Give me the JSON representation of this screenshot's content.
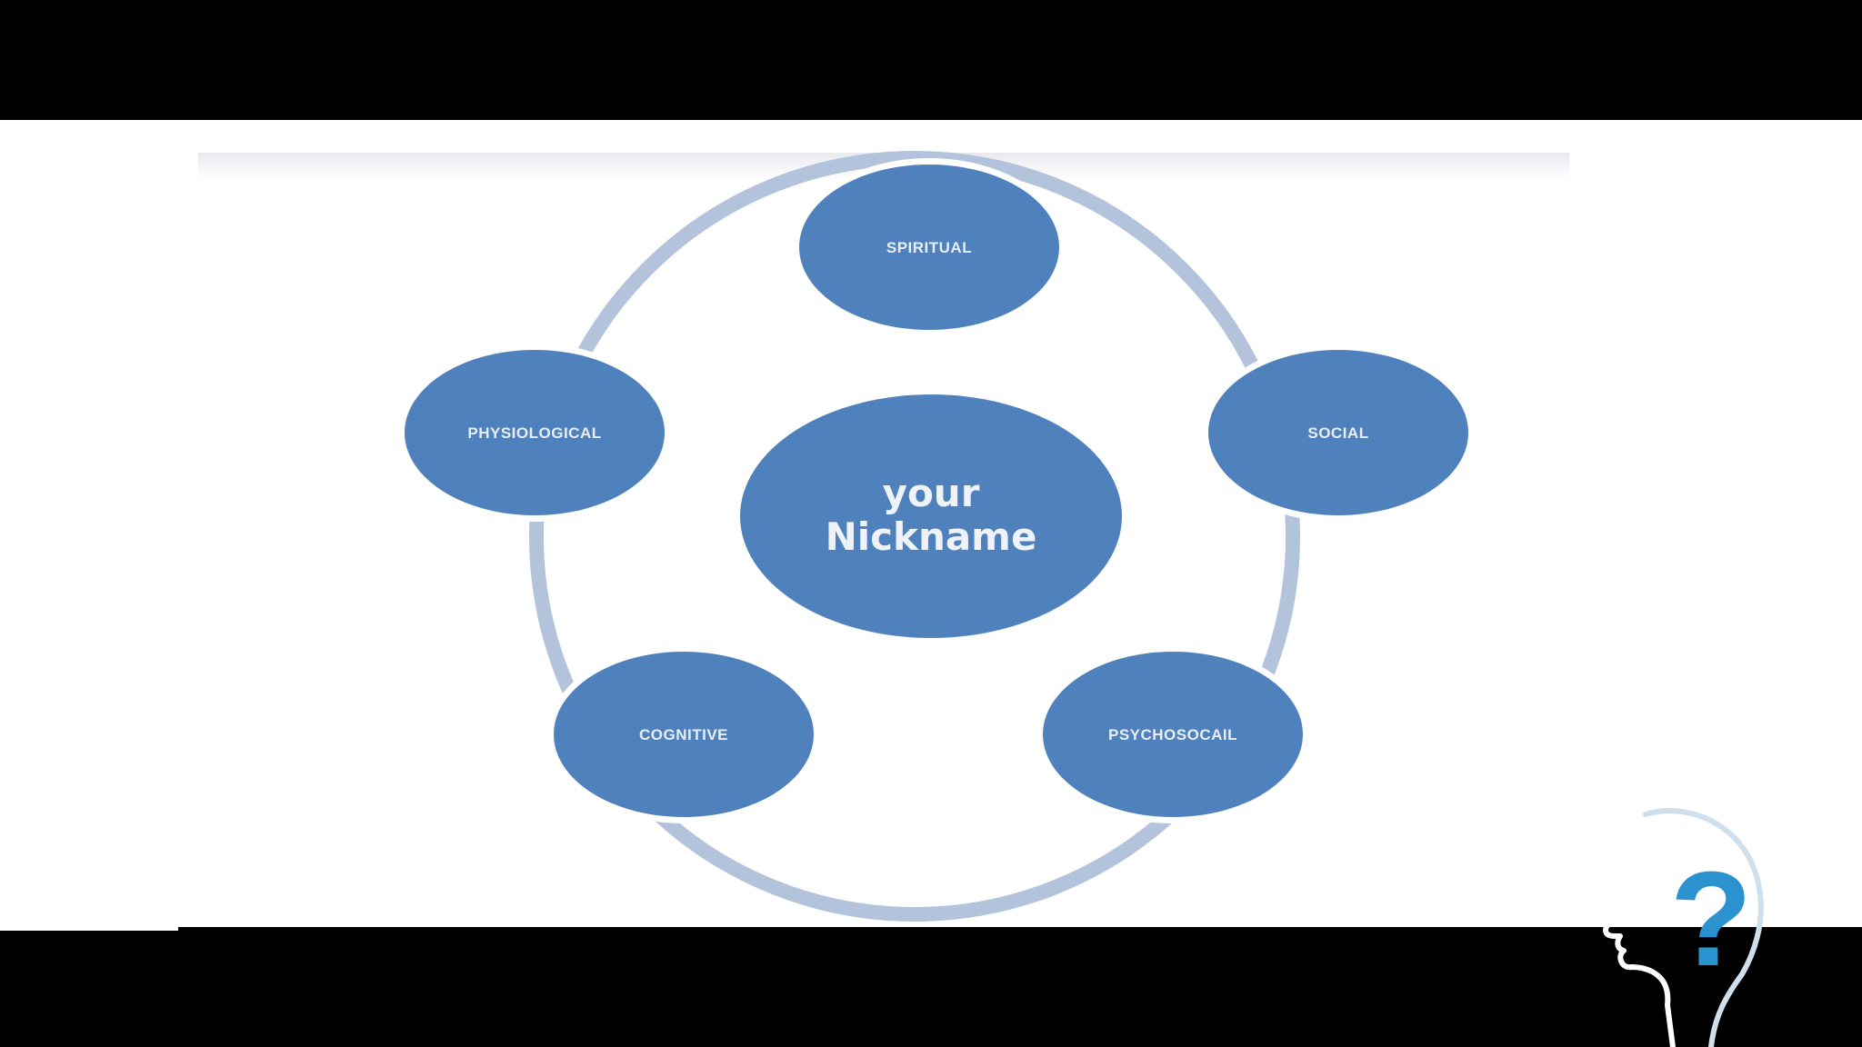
{
  "diagram": {
    "center_label_line1": "your",
    "center_label_line2": "Nickname",
    "nodes": {
      "spiritual": "SPIRITUAL",
      "social": "SOCIAL",
      "psychosocial": "PSYCHOSOCAIL",
      "cognitive": "COGNITIVE",
      "physiological": "PHYSIOLOGICAL"
    }
  },
  "logo": {
    "symbol": "?"
  },
  "colors": {
    "node_fill": "#4f81bd",
    "ring": "#b4c3dc",
    "logo_outline": "#cfe0ec",
    "logo_question": "#2a93cf"
  }
}
